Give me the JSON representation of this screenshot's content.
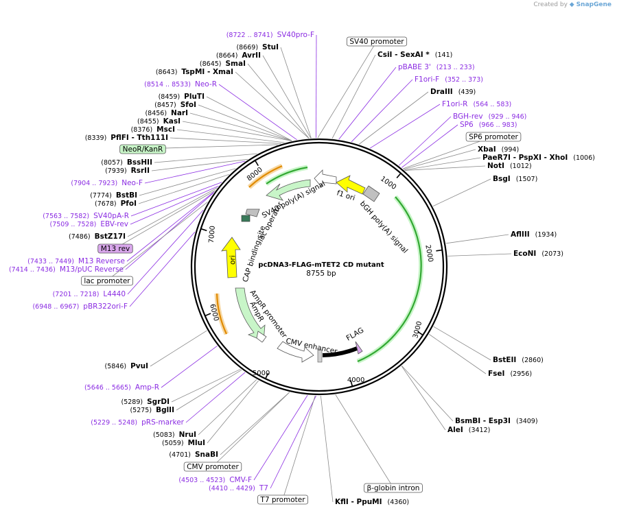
{
  "credit": {
    "prefix": "Created by",
    "brand": "SnapGene"
  },
  "plasmid": {
    "name": "pcDNA3-FLAG-mTET2 CD mutant",
    "size_label": "8755 bp",
    "length": 8755
  },
  "ticks": [
    {
      "label": "1000",
      "pos": 1000
    },
    {
      "label": "2000",
      "pos": 2000
    },
    {
      "label": "3000",
      "pos": 3000
    },
    {
      "label": "4000",
      "pos": 4000
    },
    {
      "label": "5000",
      "pos": 5000
    },
    {
      "label": "6000",
      "pos": 6000
    },
    {
      "label": "7000",
      "pos": 7000
    },
    {
      "label": "8000",
      "pos": 8000
    }
  ],
  "enzymes_left": [
    {
      "pos": "(8669)",
      "name": "StuI"
    },
    {
      "pos": "(8664)",
      "name": "AvrII"
    },
    {
      "pos": "(8645)",
      "name": "SmaI"
    },
    {
      "pos": "(8643)",
      "name": "TspMI  -  XmaI"
    },
    {
      "pos": "(8459)",
      "name": "PluTI"
    },
    {
      "pos": "(8457)",
      "name": "SfoI"
    },
    {
      "pos": "(8456)",
      "name": "NarI"
    },
    {
      "pos": "(8455)",
      "name": "KasI"
    },
    {
      "pos": "(8376)",
      "name": "MscI"
    },
    {
      "pos": "(8339)",
      "name": "PflFI  -  Tth111I"
    },
    {
      "pos": "(8057)",
      "name": "BssHII"
    },
    {
      "pos": "(7939)",
      "name": "RsrII"
    },
    {
      "pos": "(7774)",
      "name": "BstBI"
    },
    {
      "pos": "(7678)",
      "name": "PfoI"
    },
    {
      "pos": "(7486)",
      "name": "BstZ17I"
    },
    {
      "pos": "(5846)",
      "name": "PvuI"
    },
    {
      "pos": "(5289)",
      "name": "SgrDI"
    },
    {
      "pos": "(5275)",
      "name": "BglII"
    },
    {
      "pos": "(5083)",
      "name": "NruI"
    },
    {
      "pos": "(5059)",
      "name": "MluI"
    },
    {
      "pos": "(4701)",
      "name": "SnaBI"
    }
  ],
  "enzymes_right": [
    {
      "name": "CsiI  -  SexAI *",
      "pos": "(141)"
    },
    {
      "name": "DraIII",
      "pos": "(439)"
    },
    {
      "name": "XbaI",
      "pos": "(994)"
    },
    {
      "name": "PaeR7I  -  PspXI  -  XhoI",
      "pos": "(1006)"
    },
    {
      "name": "NotI",
      "pos": "(1012)"
    },
    {
      "name": "BsgI",
      "pos": "(1507)"
    },
    {
      "name": "AflIII",
      "pos": "(1934)"
    },
    {
      "name": "EcoNI",
      "pos": "(2073)"
    },
    {
      "name": "BstEII",
      "pos": "(2860)"
    },
    {
      "name": "FseI",
      "pos": "(2956)"
    },
    {
      "name": "BsmBI  -  Esp3I",
      "pos": "(3409)"
    },
    {
      "name": "AleI",
      "pos": "(3412)"
    },
    {
      "name": "KflI  -  PpuMI",
      "pos": "(4360)"
    }
  ],
  "primers_left": [
    {
      "pos": "(8722 .. 8741)",
      "name": "SV40pro-F"
    },
    {
      "pos": "(8514 .. 8533)",
      "name": "Neo-R"
    },
    {
      "pos": "(7904 .. 7923)",
      "name": "Neo-F"
    },
    {
      "pos": "(7563 .. 7582)",
      "name": "SV40pA-R"
    },
    {
      "pos": "(7509 .. 7528)",
      "name": "EBV-rev"
    },
    {
      "pos": "(7433 .. 7449)",
      "name": "M13 Reverse"
    },
    {
      "pos": "(7414 .. 7436)",
      "name": "M13/pUC Reverse"
    },
    {
      "pos": "(7201 .. 7218)",
      "name": "L4440"
    },
    {
      "pos": "(6948 .. 6967)",
      "name": "pBR322ori-F"
    },
    {
      "pos": "(5646 .. 5665)",
      "name": "Amp-R"
    },
    {
      "pos": "(5229 .. 5248)",
      "name": "pRS-marker"
    },
    {
      "pos": "(4503 .. 4523)",
      "name": "CMV-F"
    },
    {
      "pos": "(4410 .. 4429)",
      "name": "T7"
    }
  ],
  "primers_right": [
    {
      "name": "pBABE 3'",
      "pos": "(213 .. 233)"
    },
    {
      "name": "F1ori-F",
      "pos": "(352 .. 373)"
    },
    {
      "name": "F1ori-R",
      "pos": "(564 .. 583)"
    },
    {
      "name": "BGH-rev",
      "pos": "(929 .. 946)"
    },
    {
      "name": "SP6",
      "pos": "(966 .. 983)"
    }
  ],
  "boxed_labels": [
    {
      "name": "SV40 promoter"
    },
    {
      "name": "SP6 promoter"
    },
    {
      "name": "NeoR/KanR"
    },
    {
      "name": "M13 rev"
    },
    {
      "name": "lac promoter"
    },
    {
      "name": "CMV promoter"
    },
    {
      "name": "T7 promoter"
    },
    {
      "name": "β-globin intron"
    }
  ],
  "features_inner": [
    {
      "name": "SV40 poly(A) signal"
    },
    {
      "name": "f1 ori"
    },
    {
      "name": "bGH poly(A) signal"
    },
    {
      "name": "CAP binding site"
    },
    {
      "name": "lac operator"
    },
    {
      "name": "ori"
    },
    {
      "name": "AmpR promoter"
    },
    {
      "name": "AmpR"
    },
    {
      "name": "CMV enhancer"
    },
    {
      "name": "FLAG"
    }
  ],
  "colors": {
    "enzyme": "#000000",
    "primer": "#8a2be2",
    "neo": "#32c832",
    "yellow": "#ffff00",
    "green_light": "#c8f5c8",
    "orange": "#e08a00",
    "m13": "#d9a7ec",
    "neo_box": "#c8f5c8"
  }
}
